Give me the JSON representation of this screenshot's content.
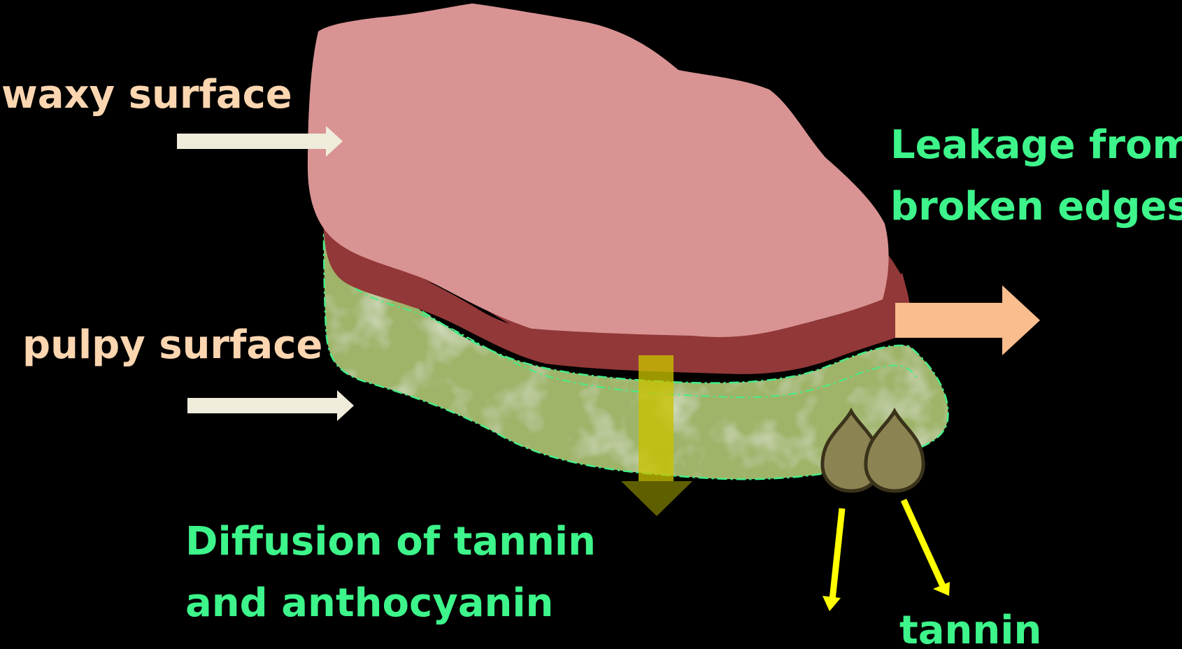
{
  "labels": {
    "waxy_surface": "waxy surface",
    "pulpy_surface": "pulpy surface",
    "leakage_line1": "Leakage from",
    "leakage_line2": "broken edges",
    "diffusion_line1": "Diffusion of tannin",
    "diffusion_line2": "and anthocyanin",
    "tannin": "tannin"
  },
  "colors": {
    "background": "#000000",
    "peel_top": "#d99393",
    "peel_side": "#923838",
    "pulp": "#9fb468",
    "pulp_outline": "#44ee88",
    "label_cream": "#fcd6b0",
    "label_green": "#3df58a",
    "pointer_arrow": "#f0ecdc",
    "leak_arrow": "#f9bd8e",
    "diffusion_arrow": "#c8c200",
    "tannin_drop": "#8c8352",
    "tannin_arrow": "#ffff00"
  }
}
